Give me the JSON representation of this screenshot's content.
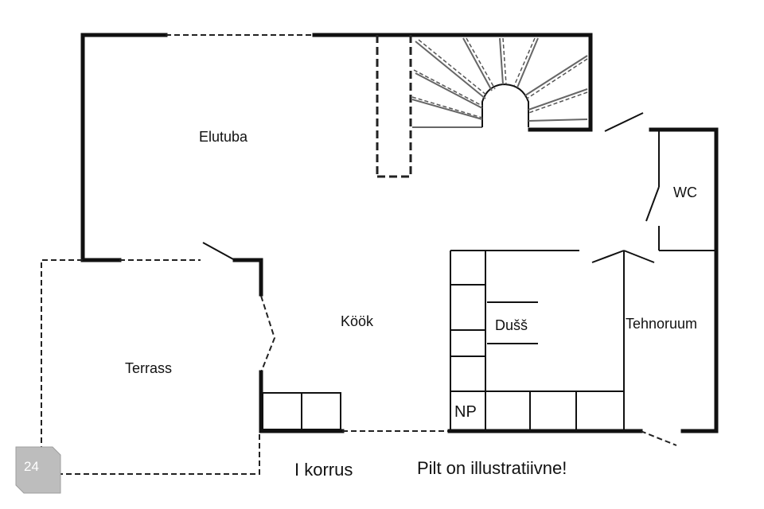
{
  "rooms": {
    "elutuba": "Elutuba",
    "wc": "WC",
    "kook": "Köök",
    "duss": "Dušš",
    "tehnoruum": "Tehnoruum",
    "terrass": "Terrass",
    "np": "NP"
  },
  "captions": {
    "floor": "I korrus",
    "disclaimer": "Pilt on illustratiivne!"
  },
  "badge": {
    "number": "24",
    "icon": "tag-icon",
    "color": "#bdbdbd"
  }
}
